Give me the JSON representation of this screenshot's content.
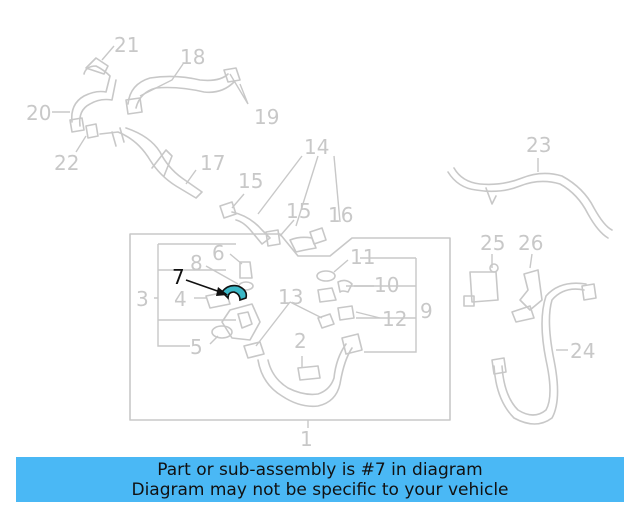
{
  "diagram": {
    "highlighted_part": "7",
    "callouts": [
      "1",
      "2",
      "3",
      "4",
      "5",
      "6",
      "7",
      "8",
      "9",
      "10",
      "11",
      "12",
      "13",
      "14",
      "15",
      "15",
      "16",
      "17",
      "18",
      "19",
      "20",
      "21",
      "22",
      "23",
      "24",
      "25",
      "26"
    ]
  },
  "banner": {
    "line1": "Part or sub-assembly is #7 in diagram",
    "line2": "Diagram may not be specific to your vehicle"
  },
  "colors": {
    "banner_bg": "#4ab8f5",
    "highlight": "#3bb8c7",
    "lines": "#c8c8c8"
  }
}
